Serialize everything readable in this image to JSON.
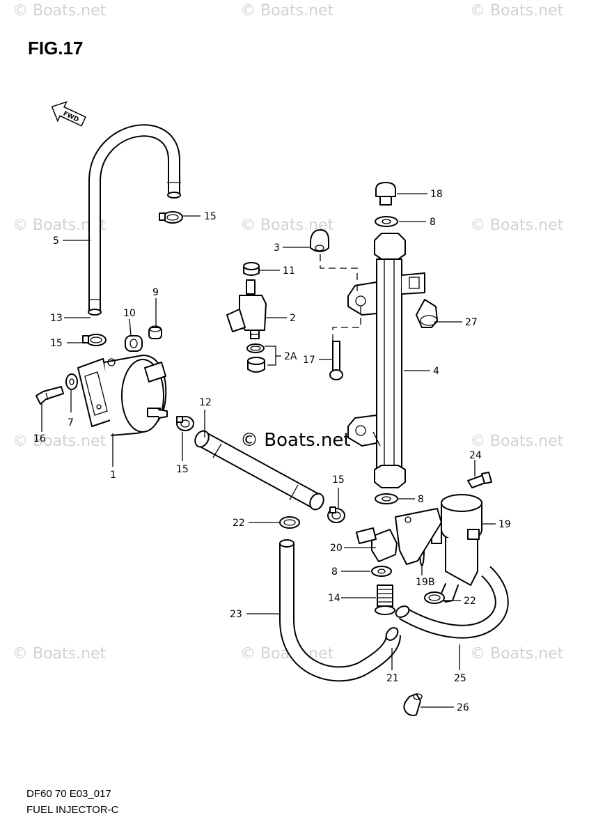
{
  "figure": {
    "title": "FIG.17"
  },
  "footer": {
    "code": "DF60 70 E03_017",
    "name": "FUEL INJECTOR-C"
  },
  "watermark": {
    "text": "© Boats.net"
  },
  "callouts": {
    "c1": "1",
    "c2": "2",
    "c2A": "2A",
    "c3": "3",
    "c4": "4",
    "c5": "5",
    "c7": "7",
    "c8a": "8",
    "c8b": "8",
    "c8c": "8",
    "c9": "9",
    "c10": "10",
    "c11": "11",
    "c12": "12",
    "c13": "13",
    "c14": "14",
    "c15a": "15",
    "c15b": "15",
    "c15c": "15",
    "c15d": "15",
    "c16": "16",
    "c17": "17",
    "c18": "18",
    "c19": "19",
    "c19B": "19B",
    "c20": "20",
    "c21": "21",
    "c22a": "22",
    "c22b": "22",
    "c23": "23",
    "c24": "24",
    "c25": "25",
    "c26": "26",
    "c27": "27"
  },
  "fwd_indicator": {
    "label": "FWD"
  }
}
